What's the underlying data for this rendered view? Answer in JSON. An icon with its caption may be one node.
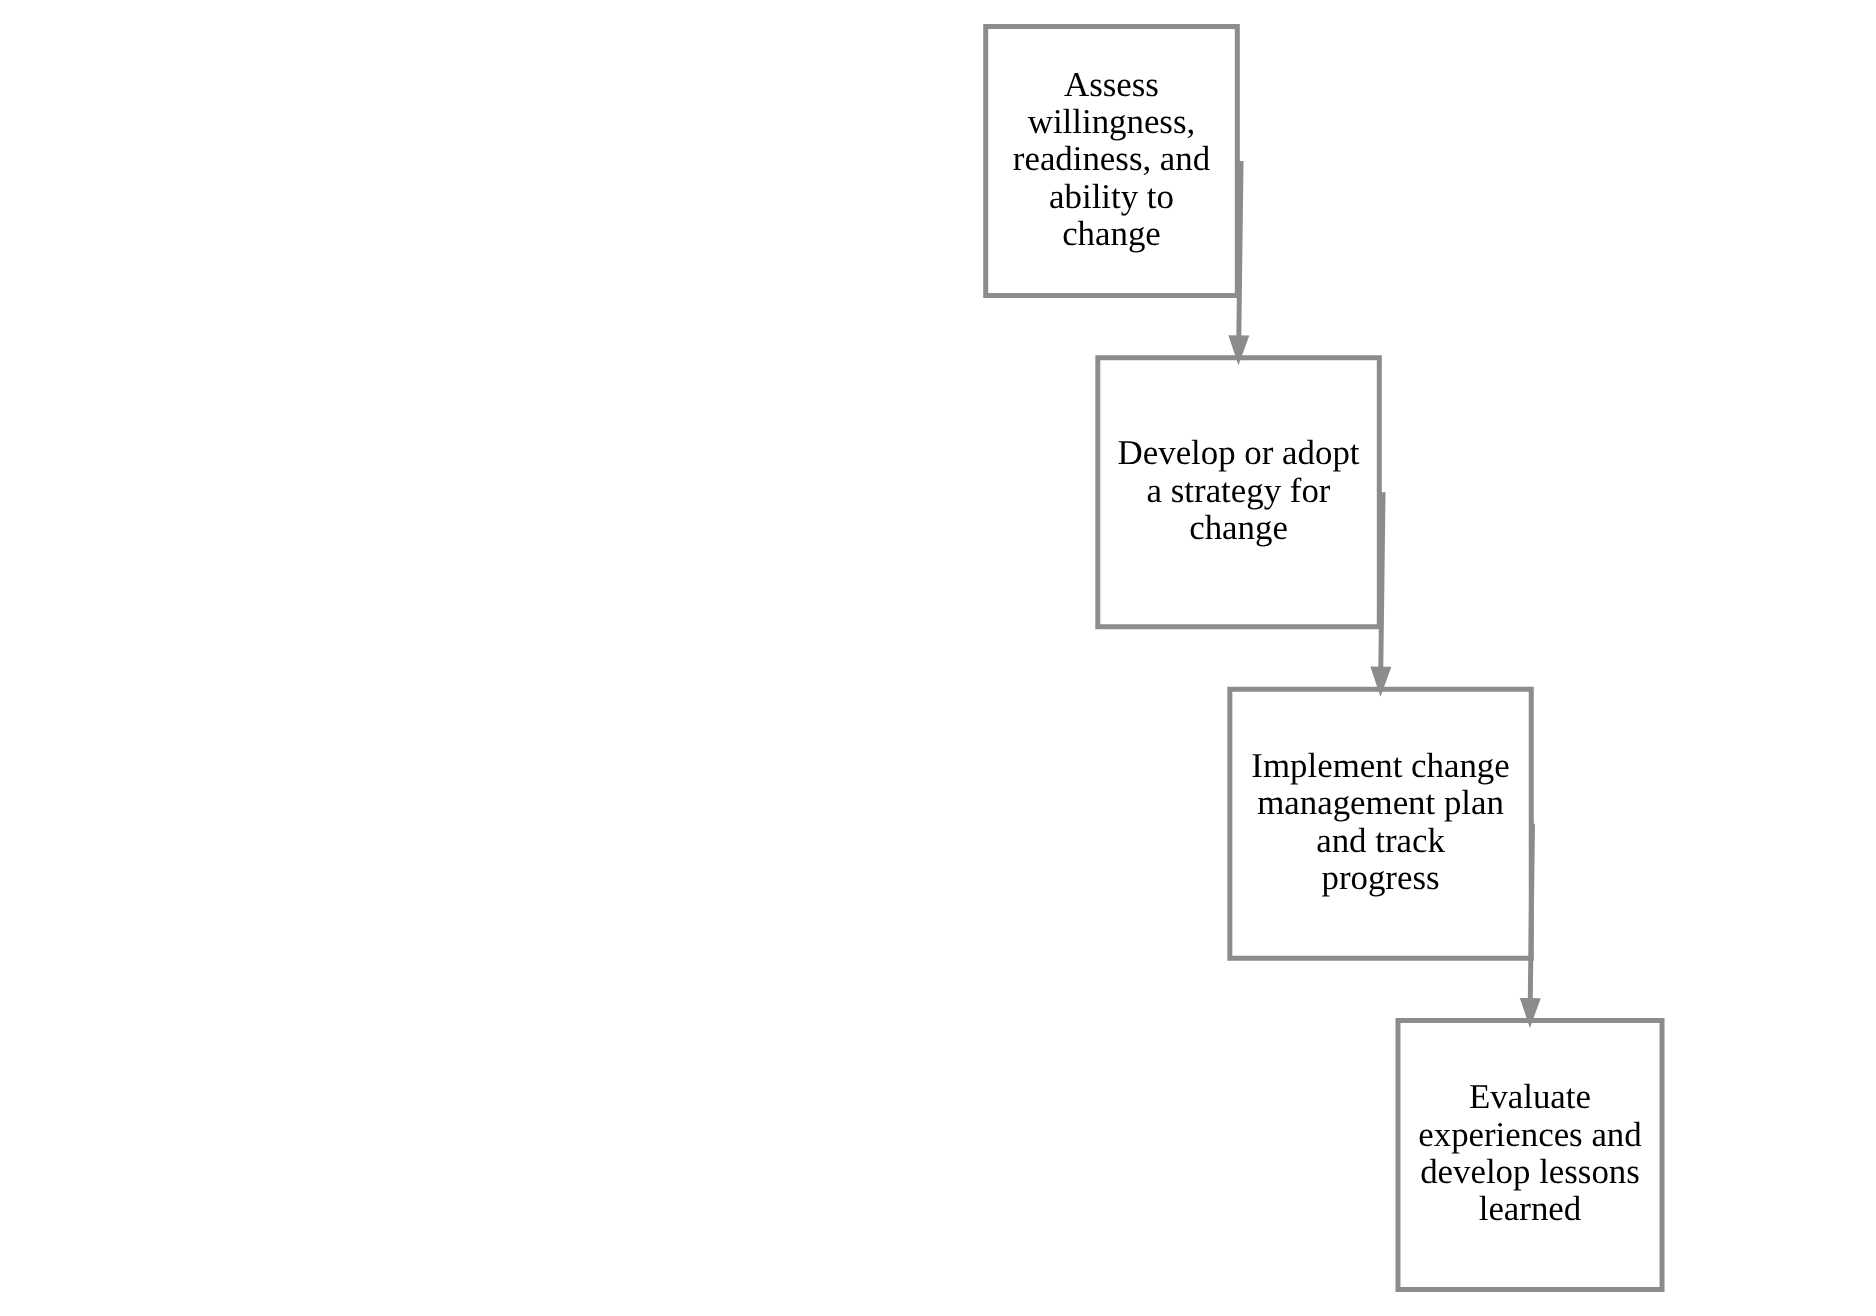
{
  "diagram": {
    "nodes": [
      {
        "text": [
          "Assess willingness, readiness, and ability to change"
        ]
      },
      {
        "text": [
          "Develop or adopt a strategy for change"
        ]
      },
      {
        "text": [
          "Implement change management plan and track progress"
        ]
      },
      {
        "text": [
          "Evaluate experiences and develop lessons learned"
        ]
      }
    ],
    "edges": [
      {
        "from": 0,
        "to": 1,
        "arrow": "to"
      },
      {
        "from": 1,
        "to": 2,
        "arrow": "to"
      },
      {
        "from": 2,
        "to": 3,
        "arrow": "to"
      }
    ]
  }
}
